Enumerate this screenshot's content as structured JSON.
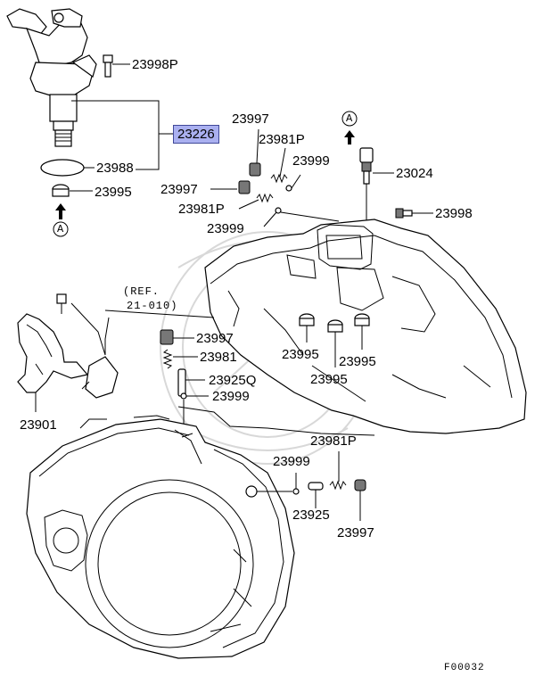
{
  "labels": {
    "p23998P": "23998P",
    "p23226": "23226",
    "p23988": "23988",
    "p23995_top": "23995",
    "circle_a_bottom": "A",
    "circle_a_top": "A",
    "p23997_a": "23997",
    "p23981P_a": "23981P",
    "p23999_a": "23999",
    "p23997_b": "23997",
    "p23981P_b": "23981P",
    "p23999_b": "23999",
    "p23024": "23024",
    "p23998": "23998",
    "ref_line1": "(REF.",
    "ref_line2": "21-010)",
    "p23997_c": "23997",
    "p23981": "23981",
    "p23925Q": "23925Q",
    "p23999_c": "23999",
    "p23901": "23901",
    "p23995_a": "23995",
    "p23995_b": "23995",
    "p23995_c": "23995",
    "p23981P_c": "23981P",
    "p23999_d": "23999",
    "p23925": "23925",
    "p23997_d": "23997",
    "diagram_code": "F00032"
  },
  "colors": {
    "highlight_fill": "#aab0f0",
    "highlight_border": "#404898"
  }
}
